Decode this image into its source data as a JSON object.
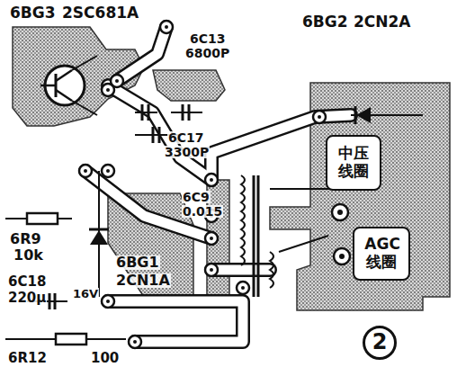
{
  "diagram": {
    "nodes": [
      {
        "text": [
          "中压 线圈"
        ]
      },
      {
        "text": [
          "AGC 线圈"
        ]
      },
      {
        "text": [
          "2"
        ]
      }
    ],
    "labels": [
      "6BG3",
      "2SC681A",
      "6C17",
      "3300P",
      "6C13",
      "6800P",
      "6BG2",
      "2CN2A",
      "6R9",
      "10k",
      "6C9",
      "0.015",
      "6BG1",
      "2CN1A",
      "6C18",
      "220μ",
      "16V",
      "6R12",
      "100"
    ]
  }
}
